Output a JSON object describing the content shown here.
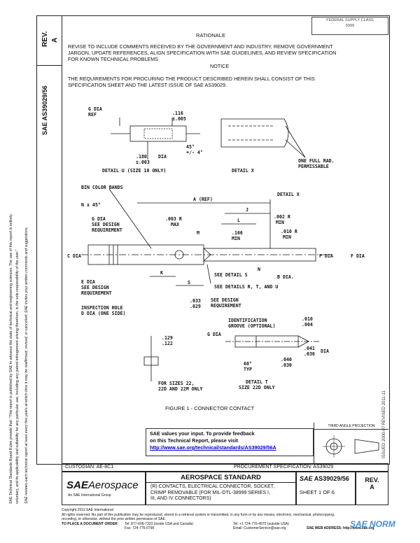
{
  "side": {
    "rev_label": "REV.",
    "rev_value": "A",
    "doc_prefix": "SAE",
    "doc_number": "AS39029/56",
    "legal_line1": "SAE Technical Standards Board Rules provide that: \"This report is published by SAE to advance the state of technical and engineering sciences. The use of this report is entirely",
    "legal_line2": "voluntary, and its applicability and suitability for any particular use, including any patent infringement arising therefrom, is the sole responsibility of the user.\"",
    "legal_line3": "SAE reviews each technical report at least every five years at which time it may be reaffirmed, revised, or cancelled. SAE invites your written comments and suggestions."
  },
  "stamp": {
    "line1": "FEDERAL SUPPLY CLASS",
    "line2": "5999"
  },
  "header": {
    "rationale_title": "RATIONALE",
    "rationale_text_1": "REVISE TO INCLUDE COMMENTS RECEIVED BY THE GOVERNMENT AND INDUSTRY, REMOVE GOVERNMENT",
    "rationale_text_2": "JARGON, UPDATE REFERENCES, ALIGN SPECIFICATION WITH SAE GUIDELINES, AND REVIEW SPECIFICATION",
    "rationale_text_3": "FOR KNOWN TECHNICAL PROBLEMS",
    "notice_title": "NOTICE",
    "notice_text_1": "THE REQUIREMENTS FOR PROCURING THE PRODUCT DESCRIBED HEREIN SHALL CONSIST OF THIS",
    "notice_text_2": "SPECIFICATION SHEET AND THE LATEST ISSUE OF SAE AS39029."
  },
  "drawing": {
    "g_dia_ref": "G DIA",
    "ref": "REF",
    "dim_116": ".116",
    "dim_005": "±.005",
    "dim_45": "45°",
    "dim_4": "+/- 4°",
    "dim_180": ".180",
    "dim_003": "±.003",
    "dia": "DIA",
    "detail_u": "DETAIL U (SIZE 10 ONLY)",
    "detail_x": "DETAIL X",
    "one_full_rad": "ONE FULL RAD.",
    "permissable": "PERMISSABLE",
    "bin_color_bands": "BIN COLOR BANDS",
    "n_x_45": "N x 45°",
    "a_ref": "A (REF)",
    "detail_x_call": "DETAIL X",
    "j": "J",
    "dim_003r": ".003 R",
    "max": "MAX",
    "m": "M",
    "l": "L",
    "g_dia": "G DIA",
    "see_design": "SEE DESIGN",
    "requirement": "REQUIREMENT",
    "dim_166": ".166",
    "min": "MIN",
    "dim_002r": ".002 R",
    "min2": "MIN",
    "dim_010r": ".010 R",
    "min3": "MIN",
    "c_dia": "C DIA",
    "p_dia": "P DIA",
    "f_dia": "F DIA",
    "b_dia": "B DIA.",
    "n": "N",
    "see_detail_s": "SEE DETAIL S",
    "see_details_rtu": "SEE DETAILS R, T, AND U",
    "e_dia": "E DIA",
    "see_design2": "SEE DESIGN",
    "requirement2": "REQUIREMENT",
    "k": "K",
    "s": "S",
    "dim_033": ".033",
    "dim_029": ".029",
    "see_design3": "SEE DESIGN",
    "requirement3": "REQUIREMENT",
    "inspection_hole": "INSPECTION HOLE",
    "d_dia_one_side": "D DIA (ONE SIDE)",
    "ident_groove": "IDENTIFICATION",
    "groove_optional": "GROOVE (OPTIONAL)",
    "dim_010": ".010",
    "dim_004": ".004",
    "g_dia2": "G DIA",
    "dim_129": ".129",
    "dim_122": ".122",
    "dim_041": ".041",
    "dim_036": ".036",
    "dia2": "DIA",
    "dim_040": ".040",
    "dim_030": ".030",
    "dim_60": "60°",
    "typ": "TYP",
    "for_sizes": "FOR SIZES 22,",
    "for_sizes2": "22D AND 22M ONLY",
    "detail_t": "DETAIL T",
    "detail_t_size": "SIZE 22D ONLY",
    "figure_caption": "FIGURE 1 - CONNECTOR CONTACT"
  },
  "feedback": {
    "line1": "SAE values your input. To provide feedback",
    "line2": "on this Technical Report, please visit",
    "url": "http://www.sae.org/technical/standards/AS39029/56A"
  },
  "projection": {
    "label": "THIRD ANGLE PROJECTION"
  },
  "issue_strip": {
    "text": "ISSUED 2000-07   REVISED 2011-11"
  },
  "title_block": {
    "custodian": "CUSTODIAN: AE-8C1",
    "procurement": "PROCUREMENT SPECIFICATION: AS39029",
    "logo_main": "SAE",
    "logo_sub": "Aerospace",
    "logo_tag": "An SAE International Group",
    "standard_title": "AEROSPACE STANDARD",
    "desc_1": "(R) CONTACTS, ELECTRICAL CONNECTOR, SOCKET,",
    "desc_2": "CRIMP REMOVABLE (FOR MIL-DTL-38999 SERIES I,",
    "desc_3": "III, AND IV CONNECTORS)",
    "doc_logo": "SAE",
    "doc_number": "AS39029/56",
    "sheet": "SHEET 1 OF 6",
    "rev_label": "REV.",
    "rev_value": "A"
  },
  "footer": {
    "copyright": "Copyright 2011 SAE International",
    "rights": "All rights reserved. No part of this publication may be reproduced, stored in a retrieval system or transmitted, in any form or by any means, electronic, mechanical, photocopying,",
    "rights2": "recording, or otherwise, without the prior written permission of SAE.",
    "order_label": "TO PLACE A DOCUMENT ORDER:",
    "tel": "Tel: 877-606-7323 (inside USA and Canada)",
    "tel2": "Tel: +1 724-776-4970 (outside USA)",
    "fax": "Fax: 724-776-0790",
    "email": "Email: CustomerService@sae.org",
    "web": "SAE WEB ADDRESS: http://www.sae.org",
    "watermark": "SAE NORM"
  }
}
